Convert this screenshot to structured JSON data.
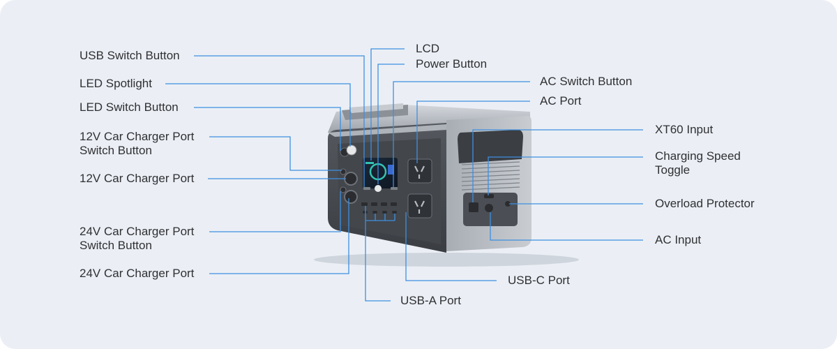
{
  "labels": {
    "usb_switch_button": "USB Switch Button",
    "led_spotlight": "LED Spotlight",
    "led_switch_button": "LED Switch Button",
    "car_12v_switch": "12V Car Charger Port\nSwitch Button",
    "car_12v_port": "12V Car Charger Port",
    "car_24v_switch": "24V Car Charger Port\nSwitch Button",
    "car_24v_port": "24V Car Charger Port",
    "lcd": "LCD",
    "power_button": "Power Button",
    "ac_switch_button": "AC Switch Button",
    "ac_port": "AC Port",
    "xt60_input": "XT60 Input",
    "charging_speed_toggle": "Charging Speed\nToggle",
    "overload_protector": "Overload Protector",
    "ac_input": "AC Input",
    "usb_c_port": "USB-C Port",
    "usb_a_port": "USB-A Port"
  },
  "colors": {
    "background": "#ebeff5",
    "leader_line": "#3d8fe0",
    "text": "#2f3033",
    "body_dark": "#4a4d52",
    "body_silver": "#b9bec5"
  },
  "icons": {
    "product": "portable-power-station-illustration"
  }
}
